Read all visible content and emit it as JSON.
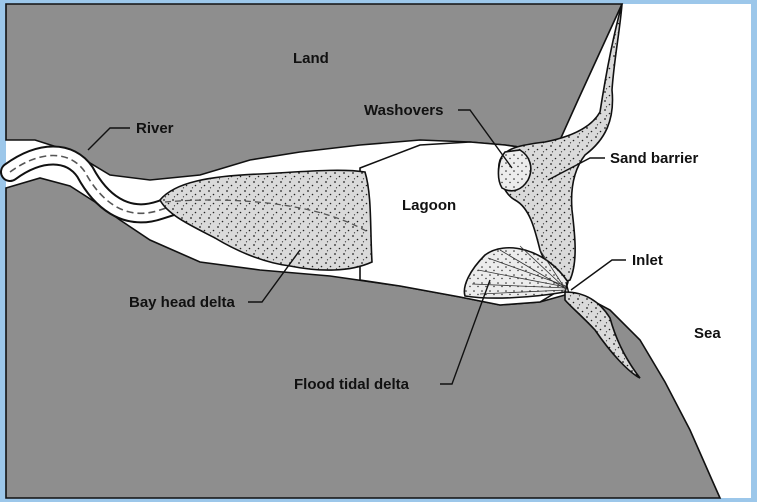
{
  "colors": {
    "land": "#8e8e8e",
    "sea": "#ffffff",
    "sand": "#d9d9d9",
    "stipple": "#222222",
    "frame": "#9cc7ea",
    "ink": "#111111"
  },
  "labels": {
    "land": "Land",
    "river": "River",
    "washovers": "Washovers",
    "sand_barrier": "Sand barrier",
    "lagoon": "Lagoon",
    "inlet": "Inlet",
    "bay_head_delta": "Bay head delta",
    "sea": "Sea",
    "flood_tidal_delta": "Flood tidal delta"
  }
}
